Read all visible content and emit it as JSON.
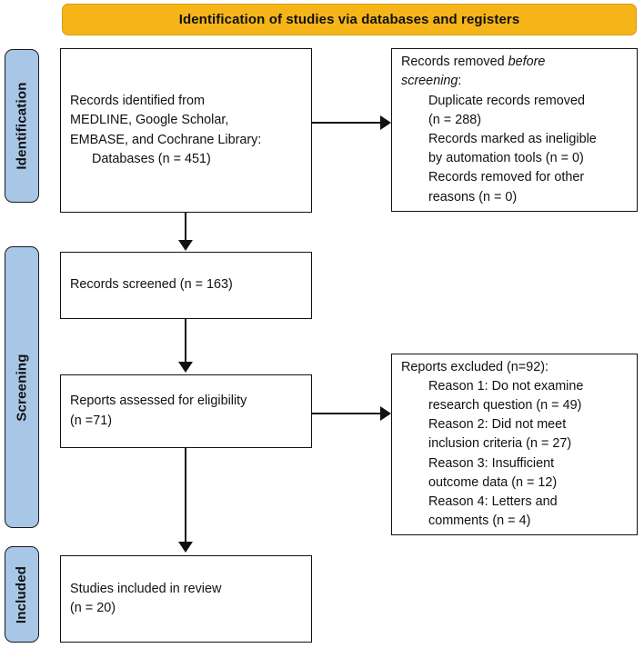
{
  "diagram": {
    "title": "Identification of studies via databases and registers",
    "type": "PRISMA flow diagram"
  },
  "banner": {
    "label": "Identification of studies via databases and registers"
  },
  "stages": [
    {
      "id": "identification",
      "label": "Identification"
    },
    {
      "id": "screening",
      "label": "Screening"
    },
    {
      "id": "included",
      "label": "Included"
    }
  ],
  "boxes": {
    "records_identified": {
      "name": "records-identified",
      "lines": [
        {
          "text": "Records identified from",
          "indent": "none"
        },
        {
          "text": "MEDLINE, Google Scholar,",
          "indent": "none"
        },
        {
          "text": "EMBASE, and Cochrane Library:",
          "indent": "none"
        },
        {
          "text": "Databases (n = 451)",
          "indent": "small"
        }
      ]
    },
    "records_removed": {
      "name": "records-removed-before-screening",
      "lines": [
        {
          "text": "Records removed ",
          "italic_tail": "before",
          "indent": "none"
        },
        {
          "text": "",
          "italic_head": "screening",
          "tail": ":",
          "indent": "none"
        },
        {
          "text": "Duplicate records removed",
          "indent": "full"
        },
        {
          "text": "(n = 288)",
          "indent": "full"
        },
        {
          "text": "Records marked as ineligible",
          "indent": "full"
        },
        {
          "text": "by automation tools (n = 0)",
          "indent": "full"
        },
        {
          "text": "Records removed for other",
          "indent": "full"
        },
        {
          "text": "reasons (n = 0)",
          "indent": "full"
        }
      ]
    },
    "records_screened": {
      "name": "records-screened",
      "lines": [
        {
          "text": "Records screened (n = 163)",
          "indent": "none"
        }
      ]
    },
    "reports_assessed": {
      "name": "reports-assessed-for-eligibility",
      "lines": [
        {
          "text": "Reports assessed for eligibility",
          "indent": "none"
        },
        {
          "text": "(n =71)",
          "indent": "none"
        }
      ]
    },
    "reports_excluded": {
      "name": "reports-excluded",
      "lines": [
        {
          "text": "Reports excluded (n=92):",
          "indent": "none"
        },
        {
          "text": "Reason 1: Do not examine",
          "indent": "full"
        },
        {
          "text": "research question (n = 49)",
          "indent": "full"
        },
        {
          "text": "Reason 2: Did not meet",
          "indent": "full"
        },
        {
          "text": "inclusion criteria (n = 27)",
          "indent": "full"
        },
        {
          "text": "Reason 3: Insufficient",
          "indent": "full"
        },
        {
          "text": "outcome data (n = 12)",
          "indent": "full"
        },
        {
          "text": "Reason 4: Letters and",
          "indent": "full"
        },
        {
          "text": "comments (n = 4)",
          "indent": "full"
        }
      ]
    },
    "studies_included": {
      "name": "studies-included-in-review",
      "lines": [
        {
          "text": "Studies included in review",
          "indent": "none"
        },
        {
          "text": "(n = 20)",
          "indent": "none"
        }
      ]
    }
  },
  "counts": {
    "records_identified_databases": 451,
    "duplicate_records_removed": 288,
    "records_marked_ineligible_automation": 0,
    "records_removed_other_reasons": 0,
    "records_screened": 163,
    "reports_assessed_for_eligibility": 71,
    "reports_excluded_total": 92,
    "excluded_reason_1_do_not_examine_research_question": 49,
    "excluded_reason_2_did_not_meet_inclusion_criteria": 27,
    "excluded_reason_3_insufficient_outcome_data": 12,
    "excluded_reason_4_letters_and_comments": 4,
    "studies_included_in_review": 20
  },
  "colors": {
    "banner_fill": "#F5B518",
    "banner_border": "#D69B10",
    "stage_fill": "#A8C7E7",
    "stage_border": "#1A1A1A",
    "box_fill": "#FFFFFF",
    "box_border": "#111111",
    "connector": "#111111",
    "text": "#111111"
  }
}
